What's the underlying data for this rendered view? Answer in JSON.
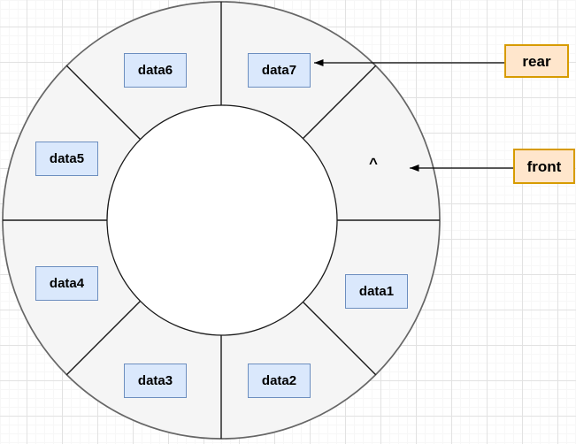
{
  "diagram": {
    "kind": "circular-queue",
    "cells": [
      {
        "id": "data1",
        "label": "data1"
      },
      {
        "id": "data2",
        "label": "data2"
      },
      {
        "id": "data3",
        "label": "data3"
      },
      {
        "id": "data4",
        "label": "data4"
      },
      {
        "id": "data5",
        "label": "data5"
      },
      {
        "id": "data6",
        "label": "data6"
      },
      {
        "id": "data7",
        "label": "data7"
      }
    ],
    "empty_slot_marker": "^",
    "pointers": {
      "rear": {
        "label": "rear",
        "points_to": "data7"
      },
      "front": {
        "label": "front",
        "points_to": "empty-slot"
      }
    },
    "colors": {
      "background": "#ffffff",
      "grid_minor": "#f7f7f7",
      "grid_major": "#e2e2e2",
      "ring_fill": "#f5f5f5",
      "ring_stroke": "#666666",
      "divider_stroke": "#1a1a1a",
      "inner_fill": "#ffffff",
      "cell_fill": "#dae8fc",
      "cell_border": "#6c8ebf",
      "cell_text": "#000000",
      "pointer_fill": "#ffe6cc",
      "pointer_border": "#d79b00",
      "pointer_text": "#000000",
      "arrow_stroke": "#000000"
    }
  }
}
